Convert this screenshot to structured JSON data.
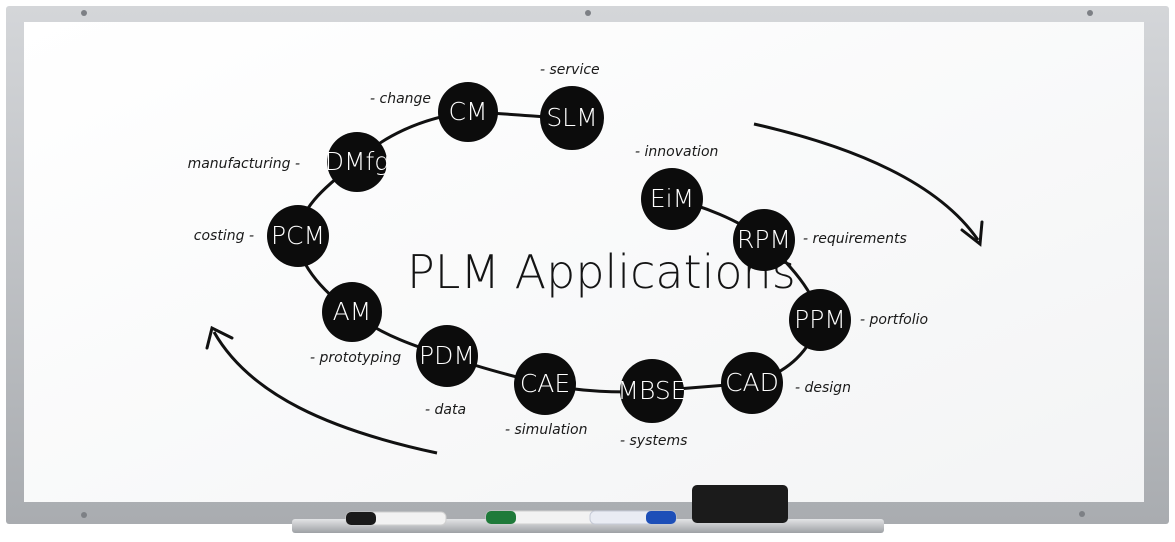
{
  "title": "PLM Applications",
  "nodes": [
    {
      "id": "CM",
      "label": "CM",
      "note": "- change"
    },
    {
      "id": "SLM",
      "label": "SLM",
      "note": "- service"
    },
    {
      "id": "DMfg",
      "label": "DMfg",
      "note": "manufacturing -"
    },
    {
      "id": "PCM",
      "label": "PCM",
      "note": "costing -"
    },
    {
      "id": "AM",
      "label": "AM",
      "note": "- prototyping"
    },
    {
      "id": "PDM",
      "label": "PDM",
      "note": "- data"
    },
    {
      "id": "CAE",
      "label": "CAE",
      "note": "- simulation"
    },
    {
      "id": "MBSE",
      "label": "MBSE",
      "note": "- systems"
    },
    {
      "id": "CAD",
      "label": "CAD",
      "note": "- design"
    },
    {
      "id": "PPM",
      "label": "PPM",
      "note": "- portfolio"
    },
    {
      "id": "RPM",
      "label": "RPM",
      "note": "- requirements"
    },
    {
      "id": "EiM",
      "label": "EiM",
      "note": "- innovation"
    }
  ],
  "tray": {
    "markers": [
      {
        "name": "black-marker",
        "color": "#1a1a1a"
      },
      {
        "name": "green-marker",
        "color": "#1f7a3a"
      },
      {
        "name": "blue-marker",
        "color": "#1d4fb8"
      }
    ]
  },
  "colors": {
    "frame": "#b9bcc0",
    "board": "#fbfbfb",
    "ink": "#111111",
    "node_fill": "#0c0c0c"
  }
}
